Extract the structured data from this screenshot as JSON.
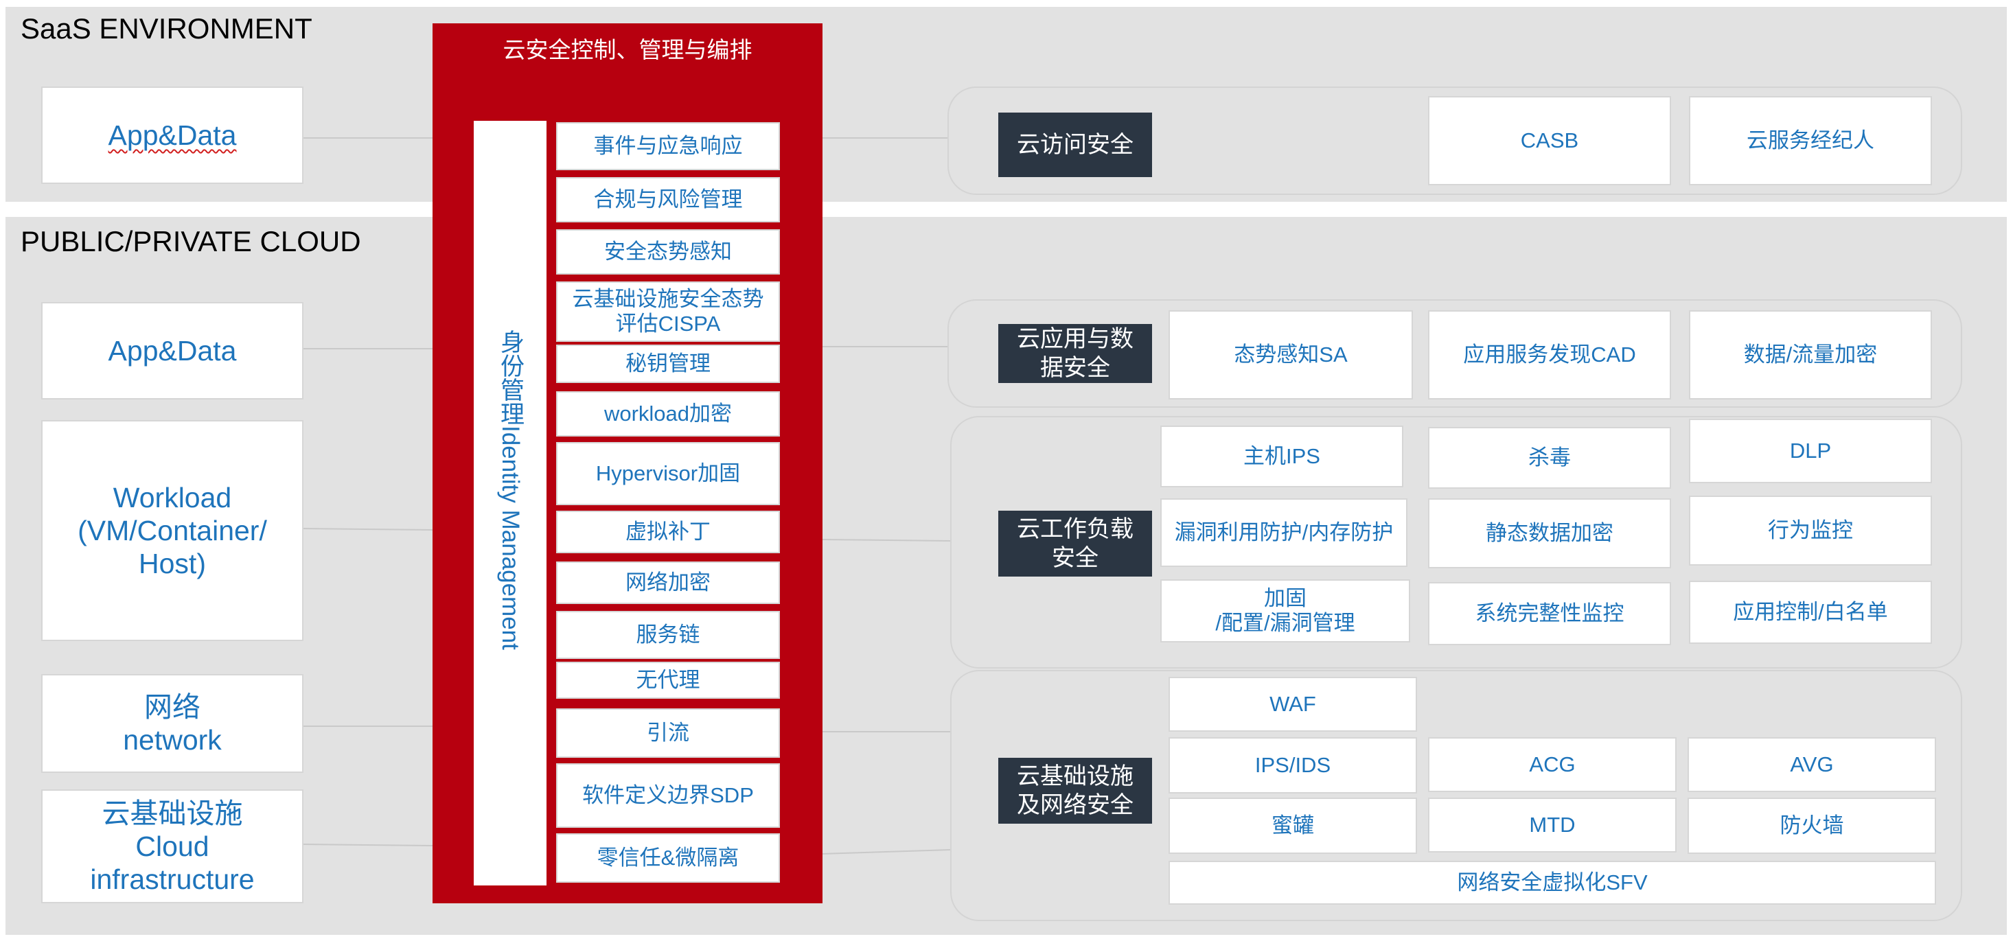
{
  "saas": {
    "title": "SaaS ENVIRONMENT",
    "app_data": "App&Data",
    "category": "云访问安全",
    "services": [
      "CASB",
      "云服务经纪人"
    ]
  },
  "cloud": {
    "title": "PUBLIC/PRIVATE CLOUD",
    "left_items": [
      {
        "lines": [
          "App&Data"
        ]
      },
      {
        "lines": [
          "Workload",
          "(VM/Container/",
          "Host)"
        ]
      },
      {
        "lines": [
          "网络",
          "network"
        ]
      },
      {
        "lines": [
          "云基础设施",
          "Cloud",
          "infrastructure"
        ]
      }
    ]
  },
  "control": {
    "title": "云安全控制、管理与编排",
    "identity": "身份管理Identity Management",
    "items": [
      "事件与应急响应",
      "合规与风险管理",
      "安全态势感知",
      "云基础设施安全态势\n评估CISPA",
      "秘钥管理",
      "workload加密",
      "Hypervisor加固",
      "虚拟补丁",
      "网络加密",
      "服务链",
      "无代理",
      "引流",
      "软件定义边界SDP",
      "零信任&微隔离"
    ]
  },
  "app_security": {
    "category": "云应用与数\n据安全",
    "services": [
      "态势感知SA",
      "应用服务发现CAD",
      "数据/流量加密"
    ]
  },
  "workload_security": {
    "category": "云工作负载\n安全",
    "services": [
      "主机IPS",
      "杀毒",
      "DLP",
      "漏洞利用防护/内存防护",
      "静态数据加密",
      "行为监控",
      "加固\n/配置/漏洞管理",
      "系统完整性监控",
      "应用控制/白名单"
    ]
  },
  "infra_security": {
    "category": "云基础设施\n及网络安全",
    "services": [
      "WAF",
      "IPS/IDS",
      "ACG",
      "AVG",
      "蜜罐",
      "MTD",
      "防火墙",
      "网络安全虚拟化SFV"
    ]
  },
  "colors": {
    "red": "#b7000f",
    "band": "#e2e2e2",
    "text_blue": "#1e74bb",
    "nav_dark": "#2b3643"
  }
}
